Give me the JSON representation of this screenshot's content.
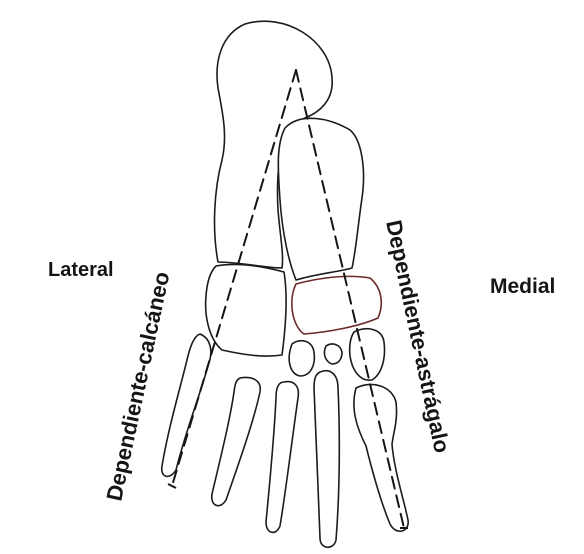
{
  "labels": {
    "lateral": "Lateral",
    "medial": "Medial",
    "calcaneo_dependent": "Dependiente-calcáneo",
    "talus_dependent": "Dependiente-astrágalo"
  },
  "colors": {
    "ink": "#151515",
    "outline": "#1c1c1c",
    "accent_outline": "#6a2a2a",
    "background": "#ffffff"
  }
}
